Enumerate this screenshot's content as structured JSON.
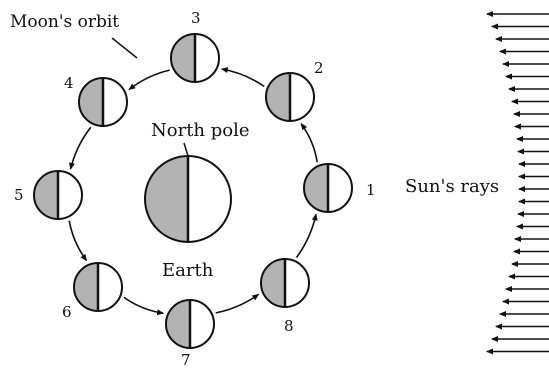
{
  "labels": {
    "moon_orbit": "Moon's orbit",
    "north_pole": "North pole",
    "earth": "Earth",
    "sun_rays": "Sun's rays"
  },
  "moon_positions": [
    "1",
    "2",
    "3",
    "4",
    "5",
    "6",
    "7",
    "8"
  ],
  "colors": {
    "shade": "#b3b3b3",
    "ink": "#111111",
    "background": "#ffffff"
  }
}
